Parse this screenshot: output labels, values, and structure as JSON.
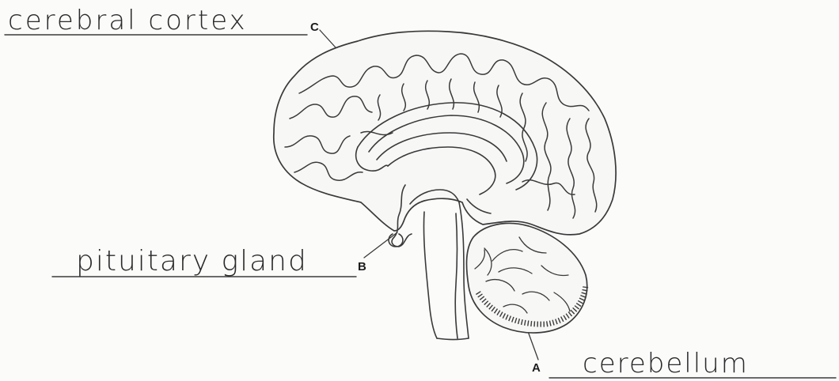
{
  "labels": {
    "c": {
      "letter": "C",
      "answer": "cerebral cortex"
    },
    "b": {
      "letter": "B",
      "answer": "pituitary gland"
    },
    "a": {
      "letter": "A",
      "answer": "cerebellum"
    }
  },
  "colors": {
    "ink": "#2a2a2a",
    "brain_fill": "#f7f7f6",
    "background": "#fbfbfa"
  }
}
